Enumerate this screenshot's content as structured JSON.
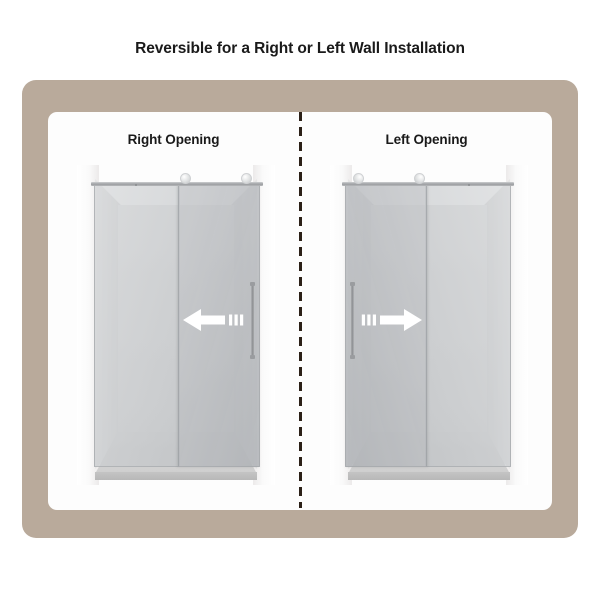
{
  "title": "Reversible for a Right or Left Wall Installation",
  "theme": {
    "frame_color": "#b9aa9b",
    "panel_color": "#fdfdfd",
    "divider_color": "#2b2017",
    "title_color": "#1a1a1a",
    "arrow_color": "#ffffff"
  },
  "divider": {
    "style": "dashed",
    "orientation": "vertical"
  },
  "sections": [
    {
      "id": "right-opening",
      "label": "Right Opening",
      "arrow_direction": "left",
      "arrow_icon": "arrow-left-icon",
      "handle_side": "right",
      "slider_side": "right",
      "motion_dashes": 3
    },
    {
      "id": "left-opening",
      "label": "Left Opening",
      "arrow_direction": "right",
      "arrow_icon": "arrow-right-icon",
      "handle_side": "left",
      "slider_side": "left",
      "motion_dashes": 3
    }
  ],
  "product": {
    "type": "sliding shower door enclosure",
    "parts": [
      "top-rail",
      "roller-wheel",
      "fixed-glass-panel",
      "sliding-glass-panel",
      "vertical-door-handle",
      "shower-base-pan",
      "alcove-wall"
    ]
  }
}
